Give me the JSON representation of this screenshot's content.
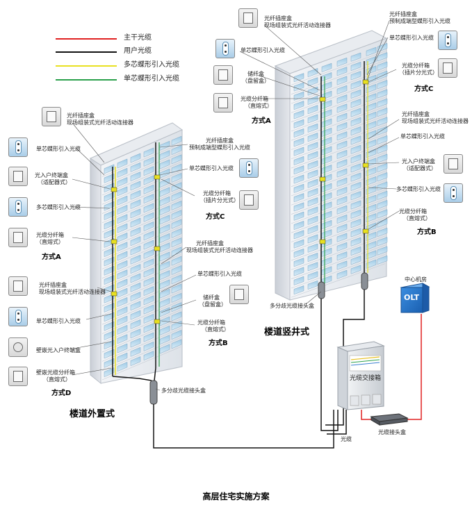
{
  "caption": "高层住宅实施方案",
  "legend": [
    {
      "label": "主干光缆",
      "color": "#e02020"
    },
    {
      "label": "用户光缆",
      "color": "#111111"
    },
    {
      "label": "多芯蝶形引入光缆",
      "color": "#e8e020"
    },
    {
      "label": "单芯蝶形引入光缆",
      "color": "#2aa04a"
    }
  ],
  "left_building": {
    "title": "楼道外置式",
    "labels": {
      "conn_box_a_1": "光纤插座盒",
      "conn_box_a_2": "现场组装式光纤活动连接器",
      "single_dropcable": "单芯蝶形引入光缆",
      "terminal_box_1": "光入户终端盒",
      "terminal_box_2": "（适配器式）",
      "multi_dropcable": "多芯蝶形引入光缆",
      "split_box_1": "光缆分纤箱",
      "split_box_2": "（直熔式）",
      "mode_a": "方式A",
      "conn_box_b_1": "光纤插座盒",
      "conn_box_b_2": "现场组装式光纤活动连接器",
      "single_dropcable_b": "单芯蝶形引入光缆",
      "wall_terminal": "壁嵌光入户终端盒",
      "wall_split_1": "壁嵌光缆分纤箱",
      "wall_split_2": "（直熔式）",
      "mode_d": "方式D",
      "right_conn_1": "光纤插座盒",
      "right_conn_2": "预制成端型蝶形引入光缆",
      "right_single": "单芯蝶形引入光缆",
      "right_split_1": "光缆分纤箱",
      "right_split_2": "（插片分光式）",
      "mode_c": "方式C",
      "right_conn_b_1": "光纤插座盒",
      "right_conn_b_2": "现场组装式光纤活动连接器",
      "right_single_b": "单芯蝶形引入光缆",
      "storage_1": "储纤盒",
      "storage_2": "（盘留盒）",
      "right_split_b_1": "光缆分纤箱",
      "right_split_b_2": "（直熔式）",
      "mode_b": "方式B",
      "joint_box": "多分歧光缆接头盒"
    }
  },
  "right_building": {
    "title": "楼道竖井式",
    "labels": {
      "conn_1": "光纤插座盒",
      "conn_2": "现场组装式光纤活动连接器",
      "single": "单芯蝶形引入光缆",
      "storage_1": "储纤盒",
      "storage_2": "（盘留盒）",
      "split_1": "光缆分纤箱",
      "split_2": "（直熔式）",
      "mode_a": "方式A",
      "top_conn_1": "光纤插座盒",
      "top_conn_2": "预制成端型蝶形引入光缆",
      "top_single": "单芯蝶形引入光缆",
      "top_split_1": "光缆分纤箱",
      "top_split_2": "（插片分光式）",
      "mode_c": "方式C",
      "mid_conn_1": "光纤插座盒",
      "mid_conn_2": "现场组装式光纤活动连接器",
      "mid_single": "单芯蝶形引入光缆",
      "terminal_1": "光入户终端盒",
      "terminal_2": "（适配器式）",
      "multi": "多芯蝶形引入光缆",
      "split_b_1": "光缆分纤箱",
      "split_b_2": "（直熔式）",
      "mode_b": "方式B",
      "joint_box": "多分歧光缆接头盒"
    }
  },
  "central_office": {
    "label": "中心机房",
    "olt": "OLT"
  },
  "cabinet": {
    "label": "光缆交接箱"
  },
  "fiber_label": "光缆",
  "splice_box": "光缆接头盒"
}
